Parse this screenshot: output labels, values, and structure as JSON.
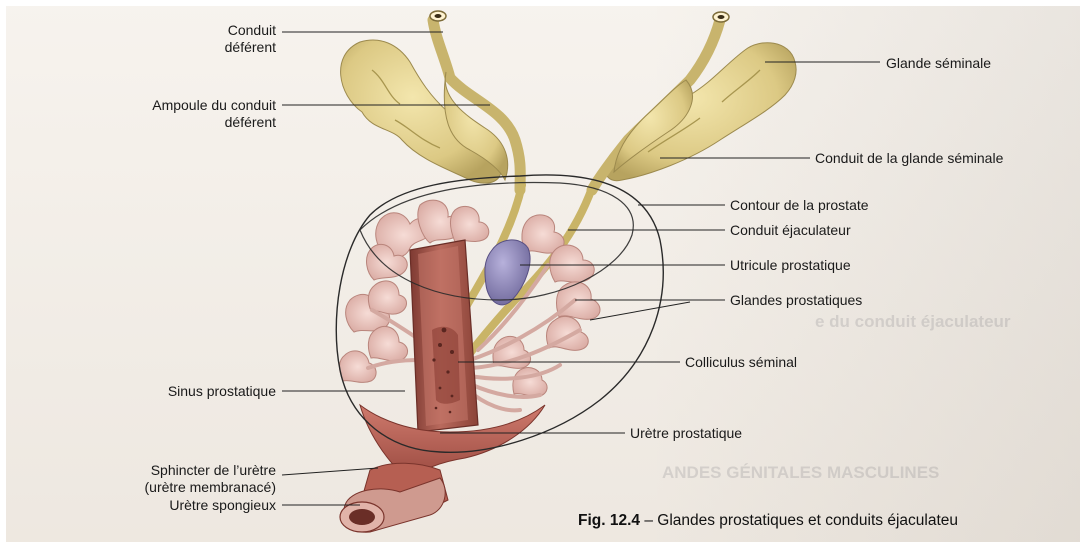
{
  "labels": {
    "conduit_deferent": "Conduit\ndéférent",
    "ampoule": "Ampoule du conduit\ndéférent",
    "glande_seminale": "Glande séminale",
    "conduit_glande_seminale": "Conduit de la glande séminale",
    "contour_prostate": "Contour de la prostate",
    "conduit_ejaculateur": "Conduit éjaculateur",
    "utricule": "Utricule prostatique",
    "glandes_prostatiques": "Glandes prostatiques",
    "colliculus": "Colliculus séminal",
    "sinus": "Sinus prostatique",
    "uretre_prostatique": "Urètre prostatique",
    "sphincter": "Sphincter de l’urètre\n(urètre membranacé)",
    "uretre_spongieux": "Urètre spongieux"
  },
  "caption": {
    "fig_number": "Fig. 12.4",
    "text": " – Glandes prostatiques et conduits éjaculateu"
  },
  "background_text": {
    "line1": "e du conduit éjaculateur",
    "line2": "ANDES GÉNITALES MASCULINES"
  },
  "colors": {
    "seminal": "#e3d28e",
    "seminal_shadow": "#b9a662",
    "prostate_gland": "#e9c6c0",
    "urethra": "#a5574b",
    "utricle": "#8f88b8",
    "sphincter": "#b55a4e"
  }
}
